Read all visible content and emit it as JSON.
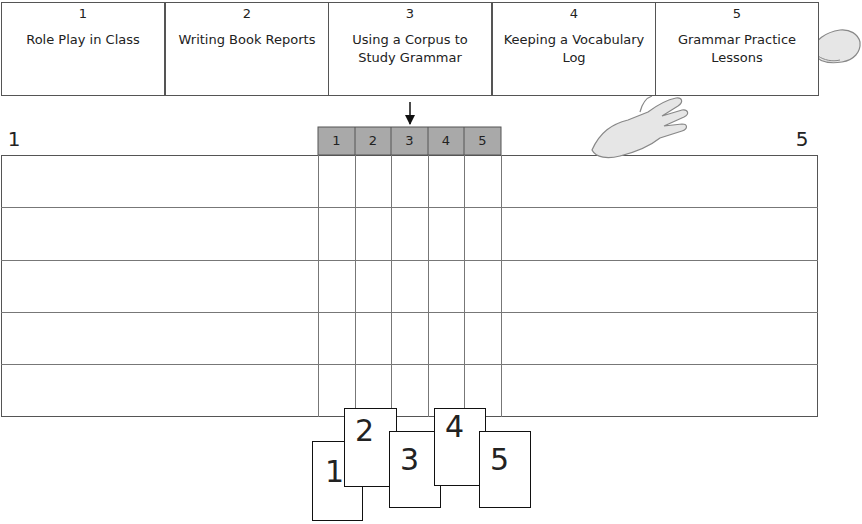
{
  "diagram": {
    "nodes": [
      {
        "text": [
          "1",
          "Role Play in Class"
        ]
      },
      {
        "text": [
          "2",
          "Writing Book Reports"
        ]
      },
      {
        "text": [
          "3",
          "Using a Corpus to Study Grammar"
        ]
      },
      {
        "text": [
          "4",
          "Keeping a Vocabulary Log"
        ]
      },
      {
        "text": [
          "5",
          "Grammar Practice Lessons"
        ]
      },
      {
        "text": [
          "1"
        ]
      },
      {
        "text": [
          "2"
        ]
      },
      {
        "text": [
          "3"
        ]
      },
      {
        "text": [
          "4"
        ]
      },
      {
        "text": [
          "5"
        ]
      }
    ],
    "labels": [
      "1",
      "5",
      "1",
      "2",
      "3",
      "4",
      "5"
    ]
  }
}
